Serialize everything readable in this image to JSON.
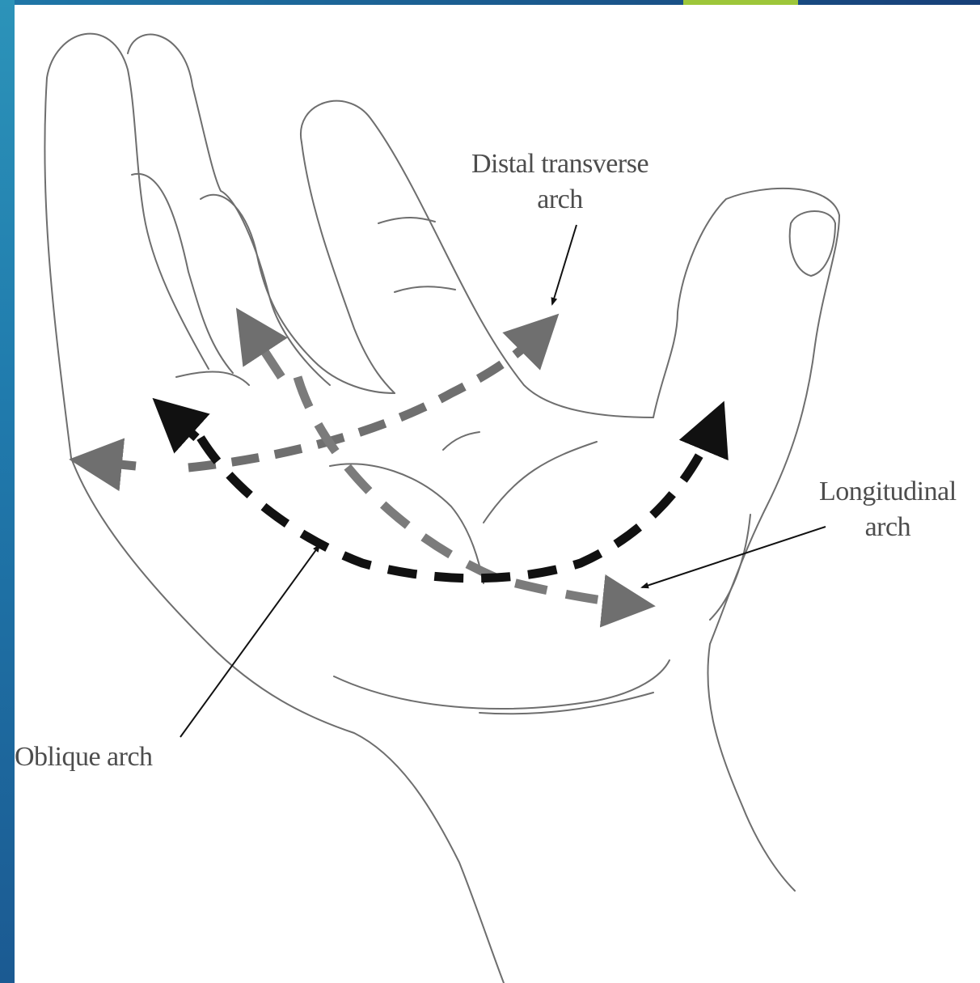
{
  "theme": {
    "border_blue": "#1f6f9c",
    "accent_green": "#9dc63a",
    "canvas": "#ffffff",
    "outline": "#6e6e6e",
    "arch_black": "#111111",
    "arch_gray": "#6f6f6f"
  },
  "diagram": {
    "labels": {
      "distal_transverse": {
        "line1": "Distal transverse",
        "line2": "arch"
      },
      "longitudinal": {
        "line1": "Longitudinal",
        "line2": "arch"
      },
      "oblique": {
        "line1": "Oblique arch"
      }
    },
    "arches": [
      "distal-transverse-arch",
      "longitudinal-arch",
      "oblique-arch"
    ]
  }
}
